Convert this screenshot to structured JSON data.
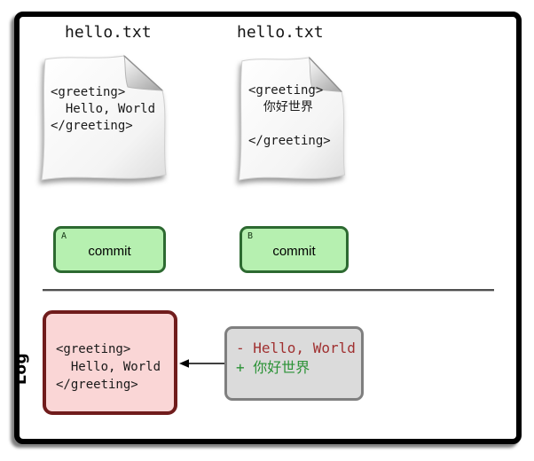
{
  "files": [
    {
      "title": "hello.txt",
      "content": "<greeting>\n  Hello, World\n</greeting>"
    },
    {
      "title": "hello.txt",
      "content": "<greeting>\n  你好世界\n\n</greeting>"
    }
  ],
  "commits": [
    {
      "id": "A",
      "label": "commit"
    },
    {
      "id": "B",
      "label": "commit"
    }
  ],
  "log": {
    "label": "Log",
    "entry_content": "<greeting>\n  Hello, World\n</greeting>",
    "diff": {
      "removed": "- Hello, World",
      "added": "+ 你好世界"
    }
  },
  "colors": {
    "commit_fill": "#b6f0b0",
    "commit_border": "#2d6a31",
    "log_fill": "#fad6d6",
    "log_border": "#701c1c",
    "diff_fill": "#dbdbdb",
    "diff_border": "#7f7f7f",
    "diff_removed": "#a03030",
    "diff_added": "#2a9235"
  }
}
